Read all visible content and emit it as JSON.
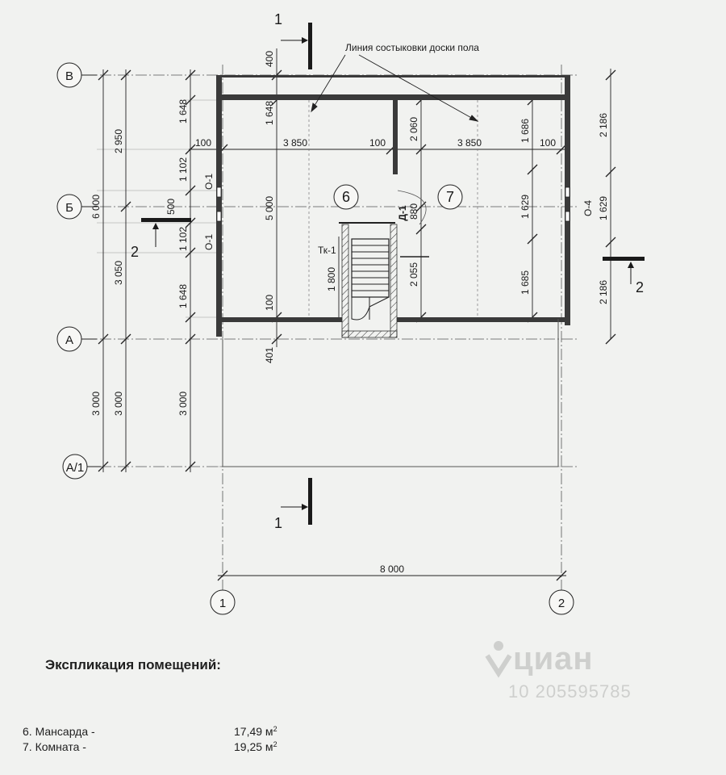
{
  "plan": {
    "callout": "Линия состыковки доски пола",
    "axes": {
      "v": "В",
      "b": "Б",
      "a": "А",
      "a1": "А/1",
      "n1": "1",
      "n2": "2"
    },
    "sections": {
      "s1": "1",
      "s2": "2"
    },
    "rooms": {
      "r6": "6",
      "r7": "7"
    },
    "labels": {
      "o1_top": "О-1",
      "o1_bot": "О-1",
      "o4": "О-4",
      "d1": "Д-1",
      "tk1": "Тк-1"
    },
    "dims": {
      "outer_6000": "6 000",
      "outer_3000": "3 000",
      "mid_2950": "2 950",
      "mid_3050": "3 050",
      "mid_3000": "3 000",
      "in_1648a": "1 648",
      "in_1102a": "1 102",
      "in_500": "500",
      "in_1102b": "1 102",
      "in_1648b": "1 648",
      "in_3000": "3 000",
      "top_400": "400",
      "left_5000": "5 000",
      "left_100": "100",
      "left_401": "401",
      "h_100a": "100",
      "h_3850a": "3 850",
      "h_100b": "100",
      "h_3850b": "3 850",
      "h_100c": "100",
      "d_2060": "2 060",
      "d_880": "880",
      "d_2055": "2 055",
      "stair_1800": "1 800",
      "r_1686": "1 686",
      "r_1629": "1 629",
      "r_1685": "1 685",
      "fr_2186a": "2 186",
      "fr_1629": "1 629",
      "fr_2186b": "2 186",
      "bottom_8000": "8 000"
    }
  },
  "explication": {
    "title": "Экспликация помещений:",
    "rows": [
      {
        "name": "6. Мансарда  -",
        "area": "17,49 м",
        "unit": "2"
      },
      {
        "name": "7. Комната  -",
        "area": "19,25 м",
        "unit": "2"
      }
    ]
  },
  "watermark": {
    "brand": "циан",
    "id": "10 205595785"
  }
}
